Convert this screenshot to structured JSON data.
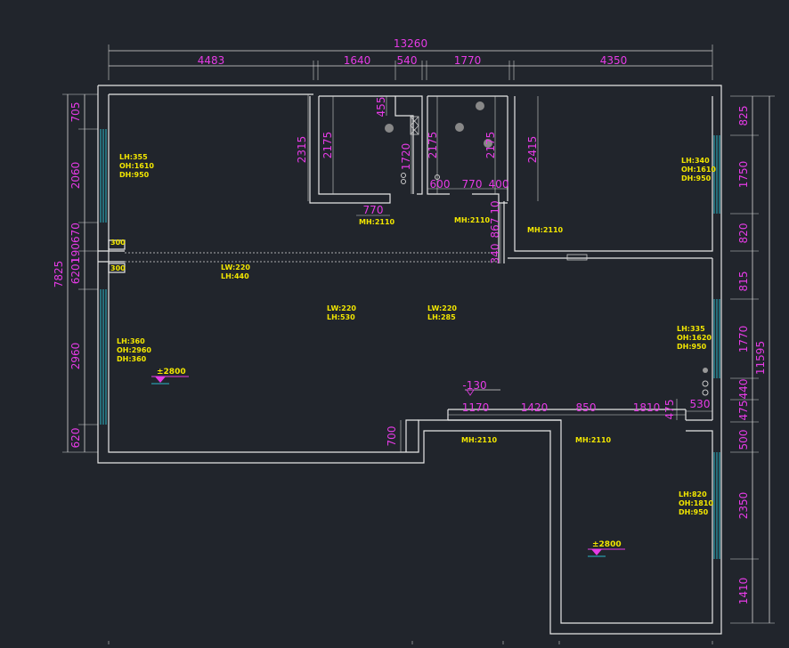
{
  "plan": {
    "top_dims": {
      "overall": "13260",
      "segments": [
        "4483",
        "1640",
        "540",
        "1770",
        "4350"
      ]
    },
    "left_dims": {
      "overall": "7825",
      "segments": [
        "705",
        "2060",
        "190670",
        "6201",
        "2960",
        "620"
      ]
    },
    "right_dims": {
      "overall": "11595",
      "segments": [
        "825",
        "1750",
        "820",
        "815",
        "1770",
        "440",
        "475",
        "500",
        "2350",
        "1410"
      ]
    },
    "inner_dims": {
      "bath1_h": "2175",
      "bath1_w": "1720",
      "bath1_455": "455",
      "bath1_770": "770",
      "bath2_h": "2175",
      "bath2_h2": "2175",
      "bath2_600": "600",
      "bath2_770": "770",
      "bath2_400": "400",
      "hall_2315": "2315",
      "bed1_2415": "2415",
      "v_867": "867",
      "v_10": "10",
      "v_340": "340",
      "step_700": "700",
      "bot_1170": "1170",
      "bot_1420": "1420",
      "bot_850": "850",
      "bot_1810": "1810",
      "bot_475": "475",
      "bot_530": "530",
      "level_minus": "-130"
    },
    "notes": {
      "lh355": "LH:355",
      "oh1610a": "OH:1610",
      "dh950a": "DH:950",
      "lh340": "LH:340",
      "oh1610b": "OH:1610",
      "dh950b": "DH:950",
      "mh2110a": "MH:2110",
      "mh2110b": "MH:2110",
      "mh2110c": "MH:2110",
      "mh2110d": "MH:2110",
      "mh2110e": "MH:2110",
      "lw220a": "LW:220",
      "lh440": "LH:440",
      "lw220b": "LW:220",
      "lh530": "LH:530",
      "lw220c": "LW:220",
      "lh285": "LH:285",
      "lh360": "LH:360",
      "oh2960": "OH:2960",
      "dh360": "DH:360",
      "lh335": "LH:335",
      "oh1620": "OH:1620",
      "dh950c": "DH:950",
      "lh820": "LH:820",
      "oh1810": "OH:1810",
      "dh950d": "DH:950",
      "lev1": "±2800",
      "lev2": "±2800",
      "win_s1": "300",
      "win_s2": "300"
    }
  }
}
